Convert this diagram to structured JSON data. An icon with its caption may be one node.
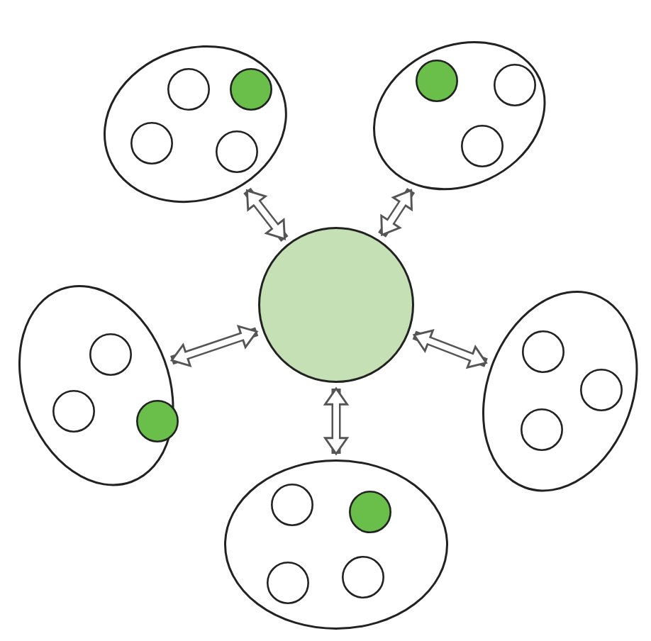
{
  "diagram": {
    "nodes": [
      {
        "text": [],
        "shape": "circle"
      },
      {
        "text": [],
        "shape": "circle",
        "in": 0
      },
      {
        "text": [],
        "shape": "circle",
        "in": 0
      },
      {
        "text": [],
        "shape": "circle",
        "in": 0
      },
      {
        "text": [],
        "shape": "circle",
        "in": 0
      },
      {
        "text": [],
        "shape": "circle"
      },
      {
        "text": [],
        "shape": "circle",
        "in": 5
      },
      {
        "text": [],
        "shape": "circle",
        "in": 5
      },
      {
        "text": [],
        "shape": "circle",
        "in": 5
      },
      {
        "text": [],
        "shape": "circle"
      },
      {
        "text": [],
        "shape": "circle"
      },
      {
        "text": [],
        "shape": "circle",
        "in": 10
      },
      {
        "text": [],
        "shape": "circle",
        "in": 10
      },
      {
        "text": [],
        "shape": "circle",
        "in": 10
      },
      {
        "text": [],
        "shape": "circle"
      },
      {
        "text": [],
        "shape": "circle",
        "in": 14
      },
      {
        "text": [],
        "shape": "circle",
        "in": 14
      },
      {
        "text": [],
        "shape": "circle",
        "in": 14
      },
      {
        "text": [],
        "shape": "circle"
      },
      {
        "text": [],
        "shape": "circle",
        "in": 18
      },
      {
        "text": [],
        "shape": "circle",
        "in": 18
      },
      {
        "text": [],
        "shape": "circle",
        "in": 18
      },
      {
        "text": [],
        "shape": "circle",
        "in": 18
      }
    ],
    "edges": [
      {
        "from": 9,
        "to": 0,
        "arrow": "both"
      },
      {
        "from": 9,
        "to": 5,
        "arrow": "both"
      },
      {
        "from": 9,
        "to": 10,
        "arrow": "both"
      },
      {
        "from": 9,
        "to": 14,
        "arrow": "both"
      },
      {
        "from": 9,
        "to": 18,
        "arrow": "both"
      }
    ]
  }
}
